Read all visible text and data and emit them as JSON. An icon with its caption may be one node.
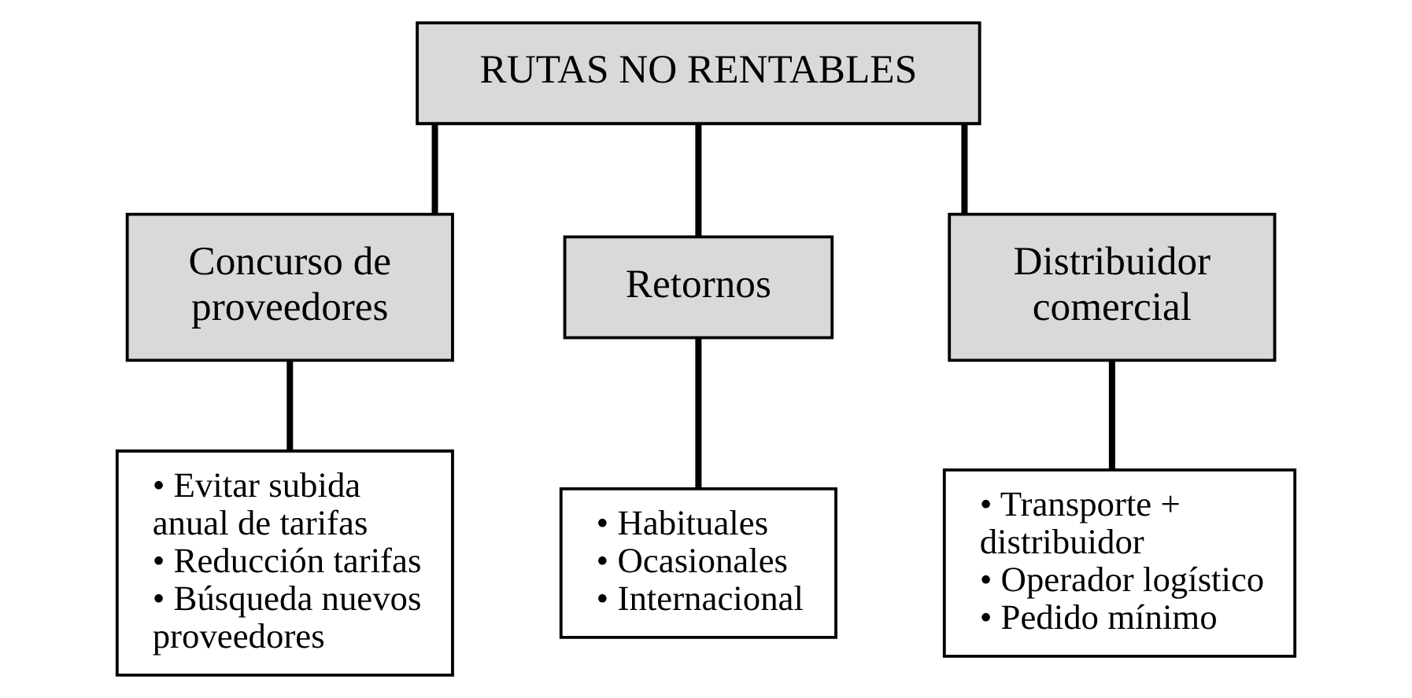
{
  "diagram": {
    "nodes": [
      {
        "text": [
          "RUTAS NO RENTABLES"
        ]
      },
      {
        "text": [
          "Concurso de proveedores"
        ]
      },
      {
        "text": [
          "Retornos"
        ]
      },
      {
        "text": [
          "Distribuidor comercial"
        ]
      },
      {
        "text": [
          "• Evitar subida anual de tarifas",
          "• Reducción tarifas",
          "• Búsqueda nuevos proveedores"
        ]
      },
      {
        "text": [
          "• Habituales",
          "• Ocasionales",
          "• Internacional"
        ]
      },
      {
        "text": [
          "• Transporte + distribuidor",
          "• Operador logístico",
          "• Pedido mínimo"
        ]
      }
    ],
    "edges": [
      {
        "from": 0,
        "to": 1,
        "arrow": "none"
      },
      {
        "from": 0,
        "to": 2,
        "arrow": "none"
      },
      {
        "from": 0,
        "to": 3,
        "arrow": "none"
      },
      {
        "from": 1,
        "to": 4,
        "arrow": "none"
      },
      {
        "from": 2,
        "to": 5,
        "arrow": "none"
      },
      {
        "from": 3,
        "to": 6,
        "arrow": "none"
      }
    ]
  }
}
